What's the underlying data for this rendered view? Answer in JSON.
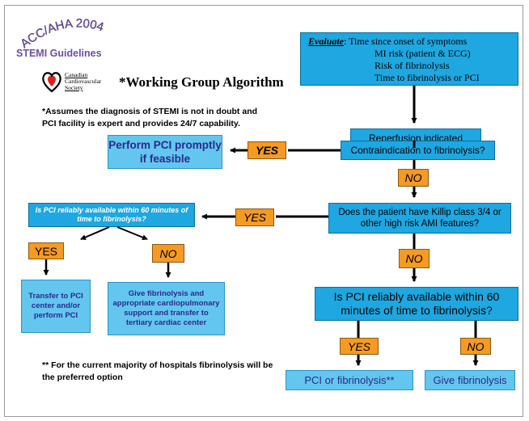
{
  "logo": {
    "guideline_arc": "ACC/AHA 2004",
    "guideline_line2": "STEMI Guidelines",
    "society": [
      "Canadian",
      "Cardiovascular",
      "Society"
    ]
  },
  "title": "*Working Group Algorithm",
  "assumption_note": "*Assumes the diagnosis of STEMI is not in doubt and PCI facility is expert and provides 24/7 capability.",
  "evaluate": {
    "heading": "Evaluate",
    "lines": [
      ": Time since onset of symptoms",
      "MI risk (patient & ECG)",
      "Risk of fibrinolysis",
      "Time to fibrinolysis or  PCI"
    ]
  },
  "reperfusion": "Reperfusion indicated",
  "contraindication": "Contraindication to fibrinolysis?",
  "yes": "YES",
  "no": "NO",
  "perform_pci": "Perform PCI promptly if feasible",
  "killip": "Does the patient have Killip class 3/4 or other high risk AMI features?",
  "pci_available_small": "Is PCI reliably available within 60 minutes of time to fibrinolysis?",
  "transfer": "Transfer to PCI center and/or perform PCI",
  "give_support": "Give fibrinolysis and appropriate cardiopulmonary support and transfer to tertiary cardiac center",
  "pci_available_large": "Is PCI reliably available within 60 minutes of time to fibrinolysis?",
  "pci_or_fib": "PCI or fibrinolysis**",
  "give_fib": "Give fibrinolysis",
  "footnote": "** For the current majority of hospitals fibrinolysis will be the preferred option",
  "colors": {
    "box_blue": "#1ea7e1",
    "box_light_blue": "#63c6ef",
    "answer_orange": "#f59a23"
  }
}
